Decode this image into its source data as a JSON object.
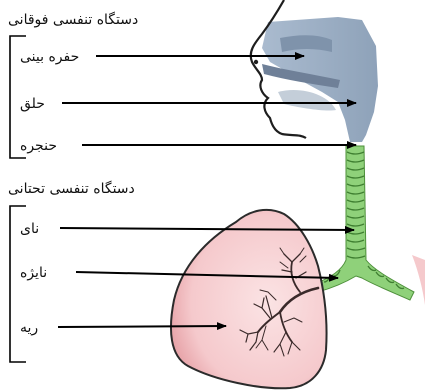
{
  "groups": {
    "upper": {
      "title": "دستگاه تنفسی فوقانی",
      "items": [
        "حفره بینی",
        "حلق",
        "حنجره"
      ]
    },
    "lower": {
      "title": "دستگاه تنفسی تحتانی",
      "items": [
        "نای",
        "نایژه",
        "ریه"
      ]
    }
  },
  "colors": {
    "airway_upper": "#9fb1c6",
    "airway_upper_dark": "#7f93ab",
    "trachea": "#8fd17a",
    "trachea_rings": "#3f7f31",
    "lung_fill": "#f5c9cc",
    "lung_edge": "#d8848b",
    "lung_outline": "#2b2b2b",
    "bronchi": "#3a2a2a",
    "skin_outline": "#1e1e1e",
    "arrow": "#000000",
    "bracket": "#000000"
  },
  "icons": [
    "head-profile-silhouette",
    "trachea-tube",
    "lung-shape",
    "bronchial-tree",
    "arrow"
  ]
}
